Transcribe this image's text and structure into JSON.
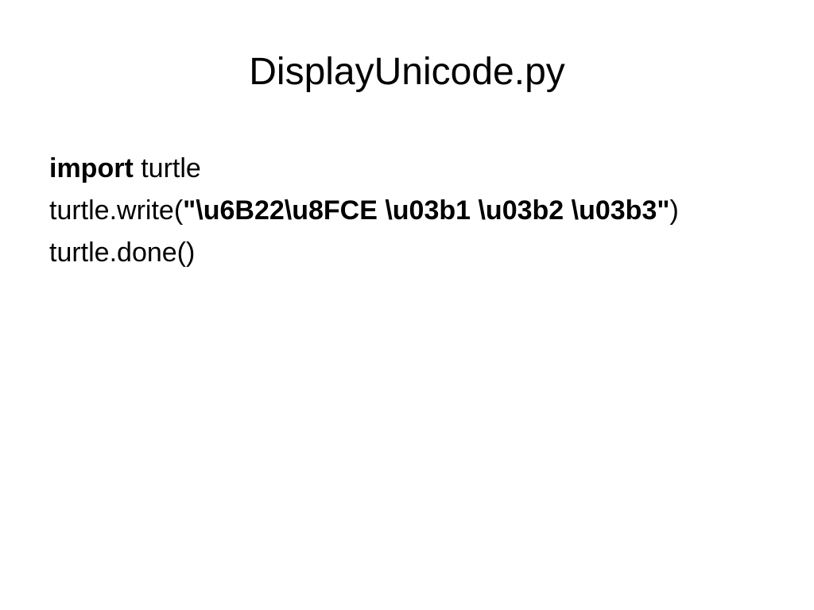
{
  "slide": {
    "title": "DisplayUnicode.py",
    "lines": {
      "line1": {
        "keyword": "import",
        "rest": " turtle"
      },
      "line2": {
        "prefix": "turtle.write(",
        "string_literal": "\"\\u6B22\\u8FCE \\u03b1 \\u03b2 \\u03b3\"",
        "suffix": ")"
      },
      "line3": {
        "text": "turtle.done()"
      }
    }
  }
}
